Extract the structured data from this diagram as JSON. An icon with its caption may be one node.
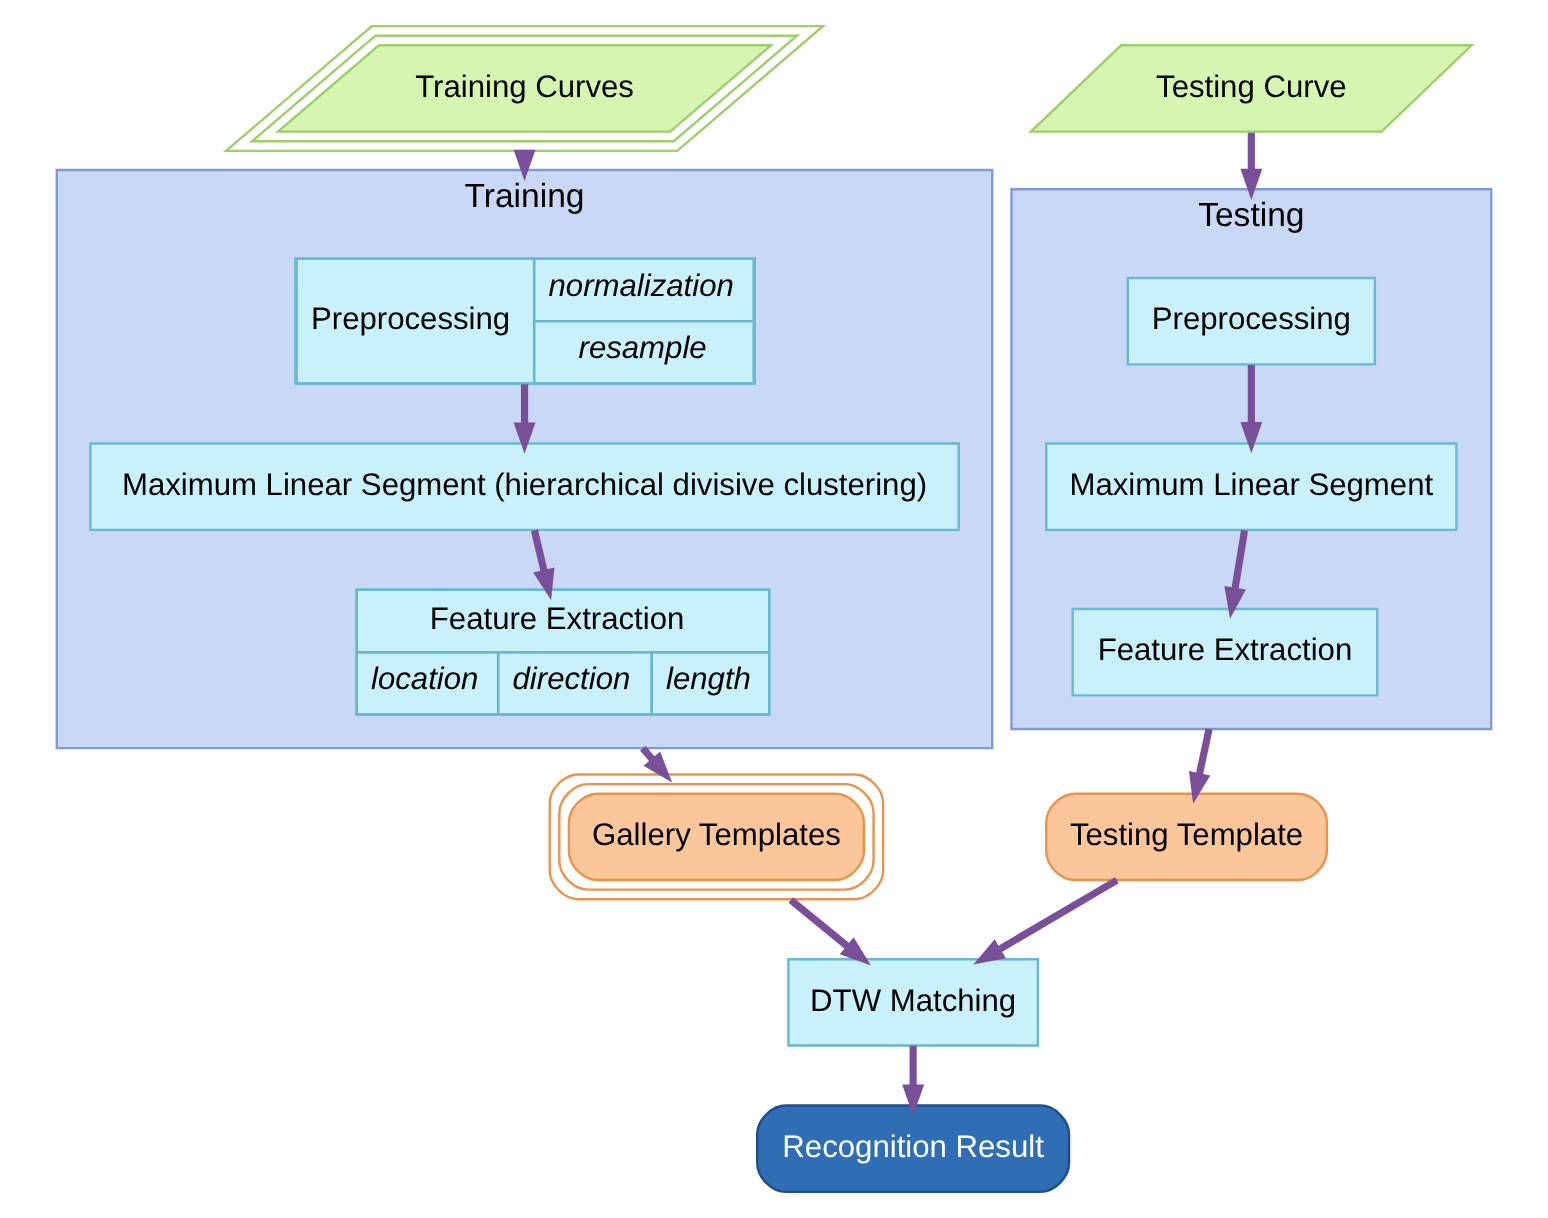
{
  "diagram": {
    "nodes": [
      {
        "text": [
          "Training Curves"
        ]
      },
      {
        "text": [
          "Testing Curve"
        ]
      },
      {
        "text": [
          "Training"
        ]
      },
      {
        "text": [
          "Preprocessing",
          "normalization",
          "resample"
        ],
        "in": 2
      },
      {
        "text": [
          "Maximum Linear Segment (hierarchical divisive clustering)"
        ],
        "in": 2
      },
      {
        "text": [
          "Feature Extraction",
          "location",
          "direction",
          "length"
        ],
        "in": 2
      },
      {
        "text": [
          "Testing"
        ]
      },
      {
        "text": [
          "Preprocessing"
        ],
        "in": 6
      },
      {
        "text": [
          "Maximum Linear Segment"
        ],
        "in": 6
      },
      {
        "text": [
          "Feature Extraction"
        ],
        "in": 6
      },
      {
        "text": [
          "Gallery Templates"
        ]
      },
      {
        "text": [
          "DTW Matching"
        ]
      },
      {
        "text": [
          "Testing Template"
        ]
      },
      {
        "text": [
          "Recognition Result"
        ]
      }
    ],
    "edges": [
      {
        "from": 0,
        "to": 2,
        "arrow": "to"
      },
      {
        "from": 3,
        "to": 4,
        "arrow": "to"
      },
      {
        "from": 4,
        "to": 5,
        "arrow": "to"
      },
      {
        "from": 2,
        "to": 10,
        "arrow": "to"
      },
      {
        "from": 1,
        "to": 6,
        "arrow": "to"
      },
      {
        "from": 7,
        "to": 8,
        "arrow": "to"
      },
      {
        "from": 8,
        "to": 9,
        "arrow": "to"
      },
      {
        "from": 6,
        "to": 12,
        "arrow": "to"
      },
      {
        "from": 10,
        "to": 11,
        "arrow": "to"
      },
      {
        "from": 12,
        "to": 11,
        "arrow": "to"
      },
      {
        "from": 11,
        "to": 13,
        "arrow": "to"
      }
    ]
  }
}
